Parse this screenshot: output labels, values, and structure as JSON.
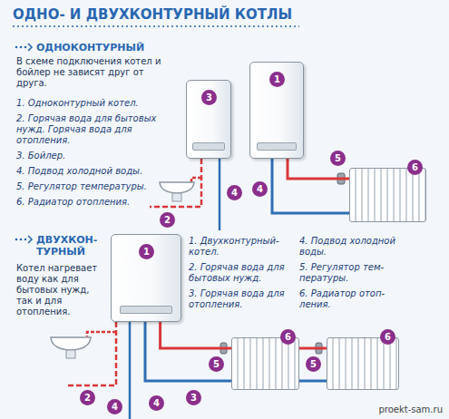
{
  "diagram": {
    "title": "ОДНО- И ДВУХКОНТУРНЫЙ КОТЛЫ",
    "nodes": [
      {
        "text": [
          "3"
        ]
      },
      {
        "text": [
          "1"
        ]
      },
      {
        "text": [
          "6"
        ]
      },
      {
        "text": [
          "1"
        ]
      },
      {
        "text": [
          "6"
        ]
      },
      {
        "text": [
          "6"
        ]
      }
    ],
    "edges": [
      {
        "from": 1,
        "to": 2,
        "arrow": "none"
      },
      {
        "from": 3,
        "to": 4,
        "arrow": "none"
      },
      {
        "from": 4,
        "to": 5,
        "arrow": "none"
      }
    ],
    "labels": [
      "ОДНОКОНТУРНЫЙ",
      "В схеме подключения котел и бойлер не зависят друг от друга.",
      "1. Одноконтурный котел.",
      "2. Горячая вода для бытовых нужд. Горячая вода для отопления.",
      "3. Бойлер.",
      "4. Подвод холодной воды.",
      "5. Регулятор температуры.",
      "6. Радиатор отопления.",
      "4",
      "2",
      "5",
      "4",
      "ДВУХКОН- ТУРНЫЙ",
      "Котел нагревает воду как для бытовых нужд, так и для отопления.",
      "1. Двухконтурный- котел.",
      "2. Горячая вода для бытовых нужд.",
      "3. Горячая вода для отопления.",
      "4. Подвод холодной воды.",
      "5. Регулятор тем- пературы.",
      "6. Радиатор отоп- ления.",
      "4",
      "2",
      "4",
      "3",
      "5",
      "5",
      "proekt-sam.ru"
    ]
  }
}
